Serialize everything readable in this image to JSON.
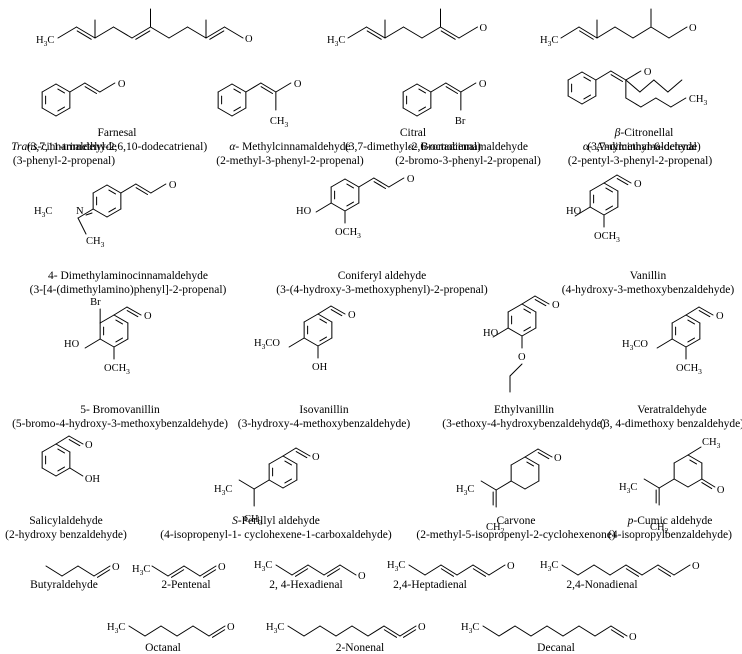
{
  "compounds": [
    {
      "name": "Farnesal",
      "prefix": "",
      "iupac": "(3,7,11-trimethyl-2,6,10-dodecatrienal)",
      "atoms": [
        "H3C",
        "O"
      ]
    },
    {
      "name": "Citral",
      "prefix": "",
      "iupac": "(3,7-dimethyl-2,6-octadienal)",
      "atoms": [
        "H3C",
        "O"
      ]
    },
    {
      "name": "-Citronellal",
      "prefix": "β",
      "iupac": "(3,7-dimethyl-6-octenal)",
      "atoms": [
        "H3C",
        "O"
      ]
    },
    {
      "name": "-cinnamaldehyde",
      "prefix": "Trans",
      "iupac": "(3-phenyl-2-propenal)",
      "atoms": [
        "O"
      ]
    },
    {
      "name": "- Methylcinnamaldehyde",
      "prefix": "α",
      "iupac": "(2-methyl-3-phenyl-2-propenal)",
      "atoms": [
        "O",
        "CH3"
      ]
    },
    {
      "name": "- Bromocinnamaldehyde",
      "prefix": "α",
      "iupac": "(2-bromo-3-phenyl-2-propenal)",
      "atoms": [
        "O",
        "Br"
      ]
    },
    {
      "name": "- Amylcinnamaldehyde",
      "prefix": "α",
      "iupac": "(2-pentyl-3-phenyl-2-propenal)",
      "atoms": [
        "O",
        "CH3"
      ]
    },
    {
      "name": "4- Dimethylaminocinnamaldehyde",
      "prefix": "",
      "iupac": "(3-[4-(dimethylamino)phenyl]-2-propenal)",
      "atoms": [
        "H3C",
        "N",
        "CH3",
        "O"
      ]
    },
    {
      "name": "Coniferyl aldehyde",
      "prefix": "",
      "iupac": "(3-(4-hydroxy-3-methoxyphenyl)-2-propenal)",
      "atoms": [
        "HO",
        "OCH3",
        "O"
      ]
    },
    {
      "name": "Vanillin",
      "prefix": "",
      "iupac": "(4-hydroxy-3-methoxybenzaldehyde)",
      "atoms": [
        "HO",
        "OCH3",
        "O"
      ]
    },
    {
      "name": "5- Bromovanillin",
      "prefix": "",
      "iupac": "(5-bromo-4-hydroxy-3-methoxybenzaldehyde)",
      "atoms": [
        "Br",
        "HO",
        "OCH3",
        "O"
      ]
    },
    {
      "name": "Isovanillin",
      "prefix": "",
      "iupac": "(3-hydroxy-4-methoxybenzaldehyde)",
      "atoms": [
        "H3CO",
        "OH",
        "O"
      ]
    },
    {
      "name": "Ethylvanillin",
      "prefix": "",
      "iupac": "(3-ethoxy-4-hydroxybenzaldehyde)",
      "atoms": [
        "HO",
        "O",
        "O"
      ]
    },
    {
      "name": "Veratraldehyde",
      "prefix": "",
      "iupac": "(3, 4-dimethoxy benzaldehyde)",
      "atoms": [
        "H3CO",
        "OCH3",
        "O"
      ]
    },
    {
      "name": "Salicylaldehyde",
      "prefix": "",
      "iupac": "(2-hydroxy benzaldehyde)",
      "atoms": [
        "O",
        "OH"
      ]
    },
    {
      "name": "-Perillyl aldehyde",
      "prefix": "S",
      "iupac": "(4-isopropenyl-1- cyclohexene-1-carboxaldehyde)",
      "atoms": [
        "H3C",
        "CH3",
        "O"
      ]
    },
    {
      "name": "Carvone",
      "prefix": "",
      "iupac": "(2-methyl-5-isopropenyl-2-cyclohexenone)",
      "atoms": [
        "H3C",
        "CH2",
        "O"
      ]
    },
    {
      "name": "-Cumic aldehyde",
      "prefix": "p",
      "iupac": "(4-isopropylbenzaldehyde)",
      "atoms": [
        "H3C",
        "CH2",
        "O",
        "CH3"
      ]
    },
    {
      "name": "Butyraldehyde",
      "prefix": "",
      "iupac": "",
      "atoms": [
        "O"
      ]
    },
    {
      "name": "2-Pentenal",
      "prefix": "",
      "iupac": "",
      "atoms": [
        "H3C",
        "O"
      ]
    },
    {
      "name": "2, 4-Hexadienal",
      "prefix": "",
      "iupac": "",
      "atoms": [
        "H3C",
        "O"
      ]
    },
    {
      "name": "2,4-Heptadienal",
      "prefix": "",
      "iupac": "",
      "atoms": [
        "H3C",
        "O"
      ]
    },
    {
      "name": "2,4-Nonadienal",
      "prefix": "",
      "iupac": "",
      "atoms": [
        "H3C",
        "O"
      ]
    },
    {
      "name": "Octanal",
      "prefix": "",
      "iupac": "",
      "atoms": [
        "H3C",
        "O"
      ]
    },
    {
      "name": "2-Nonenal",
      "prefix": "",
      "iupac": "",
      "atoms": [
        "H3C",
        "O"
      ]
    },
    {
      "name": "Decanal",
      "prefix": "",
      "iupac": "",
      "atoms": [
        "H3C",
        "O"
      ]
    }
  ]
}
